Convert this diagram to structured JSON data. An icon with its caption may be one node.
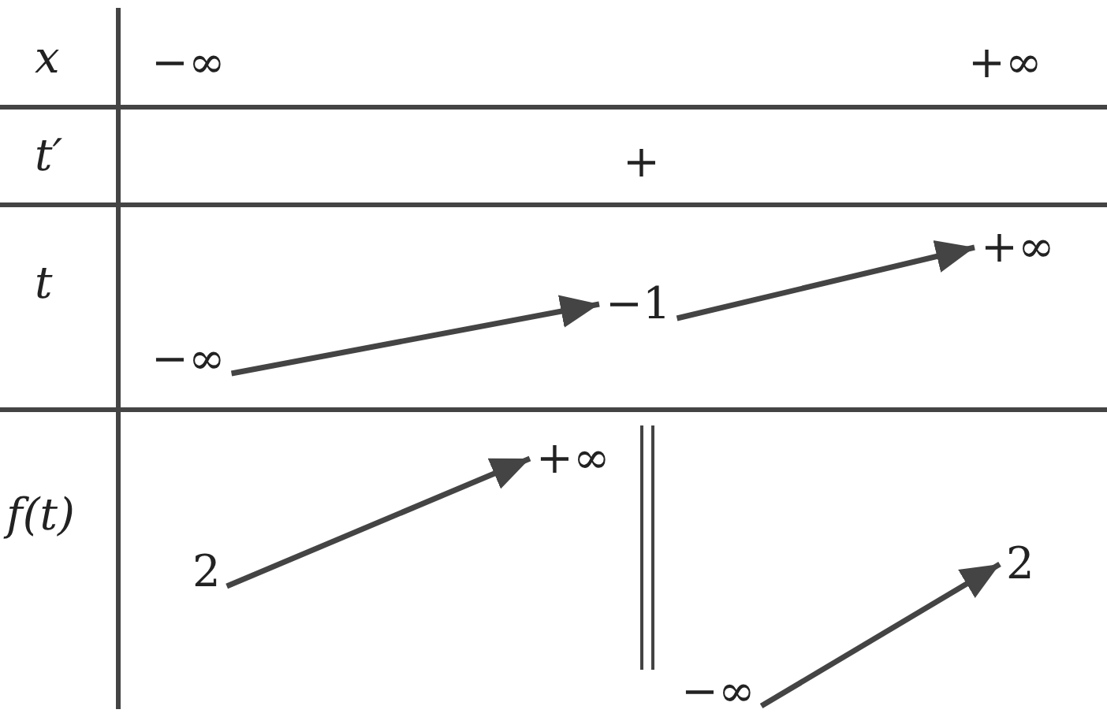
{
  "diagram": {
    "nodes": [
      {
        "text": [
          "−∞"
        ]
      },
      {
        "text": [
          "−1"
        ]
      },
      {
        "text": [
          "+∞"
        ]
      },
      {
        "text": [
          "2"
        ]
      },
      {
        "text": [
          "+∞"
        ]
      },
      {
        "text": [
          "−∞"
        ]
      },
      {
        "text": [
          "2"
        ]
      }
    ],
    "edges": [
      {
        "from": 0,
        "to": 1,
        "arrow": "to"
      },
      {
        "from": 1,
        "to": 2,
        "arrow": "to"
      },
      {
        "from": 3,
        "to": 4,
        "arrow": "to"
      },
      {
        "from": 5,
        "to": 6,
        "arrow": "to"
      }
    ],
    "labels": [
      "x",
      "−∞",
      "+∞",
      "t′",
      "+",
      "t",
      "f(t)"
    ]
  }
}
